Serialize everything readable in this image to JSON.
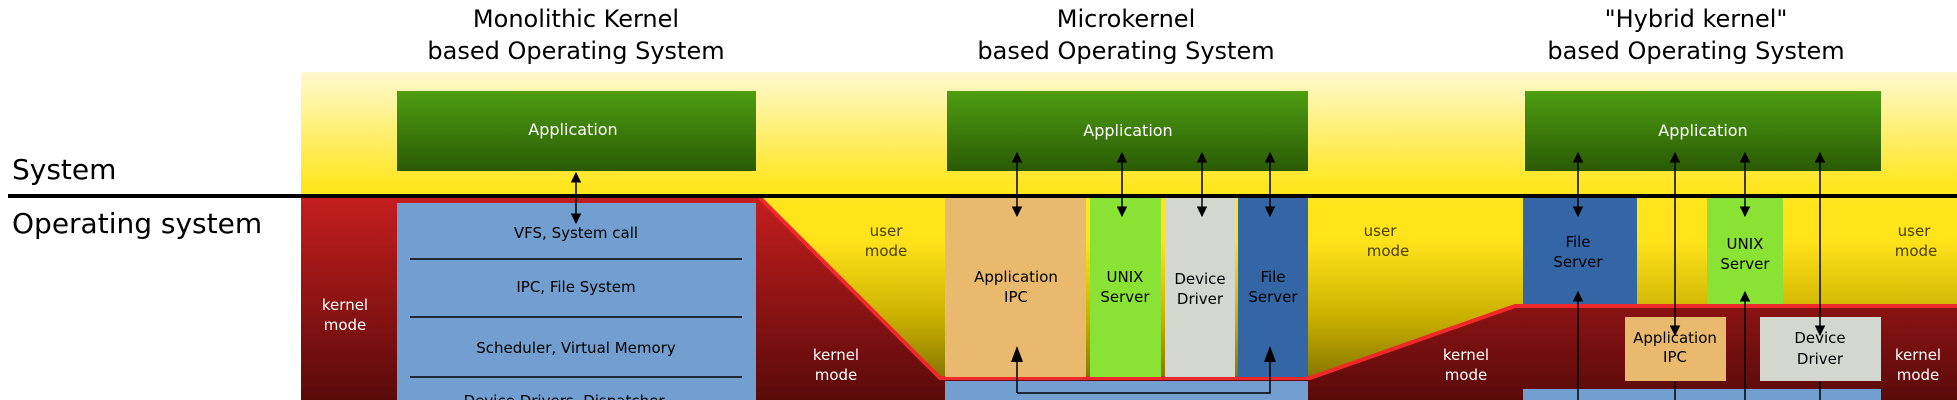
{
  "titles": {
    "monolithic": {
      "line1": "Monolithic Kernel",
      "line2": "based Operating System"
    },
    "micro": {
      "line1": "Microkernel",
      "line2": "based Operating System"
    },
    "hybrid": {
      "line1": "\"Hybrid kernel\"",
      "line2": "based Operating System"
    }
  },
  "side_labels": {
    "system": "System",
    "operating_system": "Operating system"
  },
  "modes": {
    "kernel_line1": "kernel",
    "kernel_line2": "mode",
    "user_line1": "user",
    "user_line2": "mode"
  },
  "monolithic": {
    "application": "Application",
    "layers": [
      "VFS, System call",
      "IPC, File System",
      "Scheduler, Virtual Memory",
      "Device Drivers, Dispatcher, ..."
    ]
  },
  "micro": {
    "application": "Application",
    "app_ipc": {
      "line1": "Application",
      "line2": "IPC"
    },
    "unix_server": {
      "line1": "UNIX",
      "line2": "Server"
    },
    "device_driver": {
      "line1": "Device",
      "line2": "Driver"
    },
    "file_server": {
      "line1": "File",
      "line2": "Server"
    }
  },
  "hybrid": {
    "application": "Application",
    "file_server": {
      "line1": "File",
      "line2": "Server"
    },
    "unix_server": {
      "line1": "UNIX",
      "line2": "Server"
    },
    "app_ipc": {
      "line1": "Application",
      "line2": "IPC"
    },
    "device_driver": {
      "line1": "Device",
      "line2": "Driver"
    }
  },
  "colors": {
    "kernel_dark": "#5a0a0a",
    "kernel_light": "#c41e1e",
    "user_top": "#fff9d0",
    "user_mid": "#ffe21a",
    "user_dark": "#6e6100",
    "app_top": "#4a9a10",
    "app_bottom": "#2a5a05",
    "layer_blue": "#729fcf",
    "ipc_orange": "#e9b96e",
    "unix_green": "#8ae234",
    "driver_grey": "#d3d7cf",
    "file_blue": "#3465a4",
    "red_line": "#ef2929"
  }
}
